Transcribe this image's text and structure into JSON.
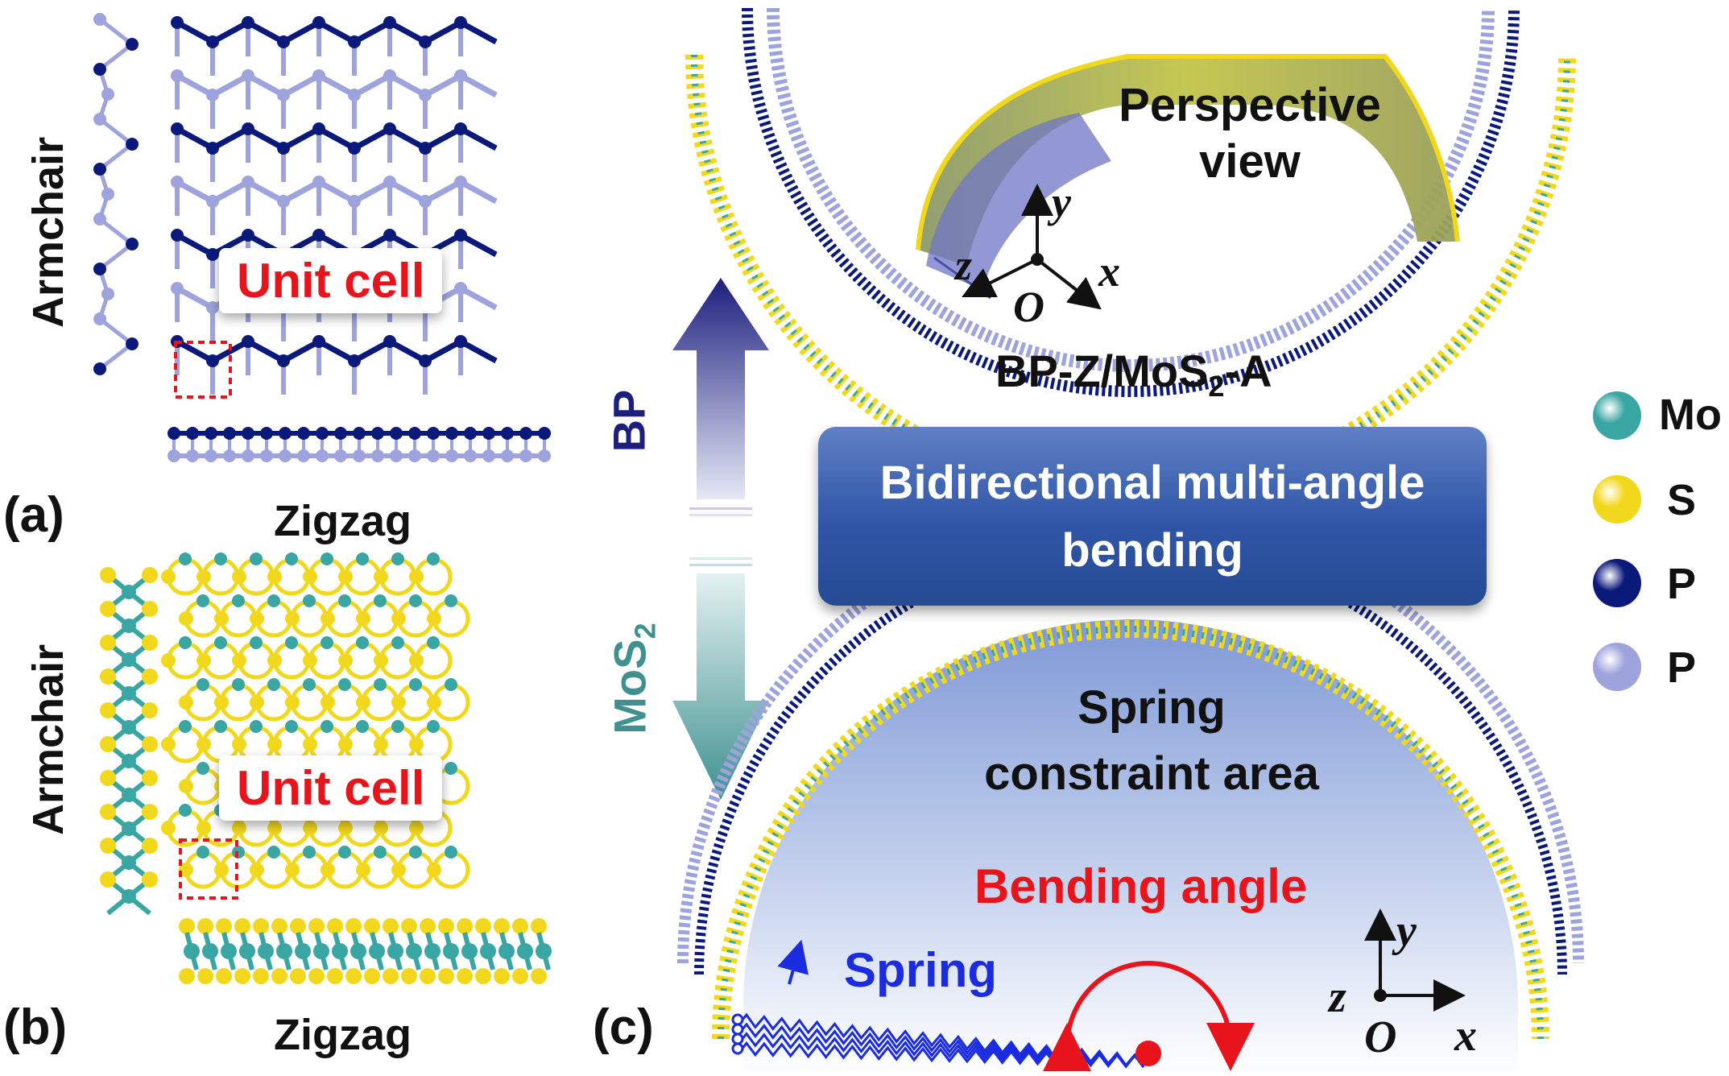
{
  "panel_a": {
    "panel_label": "(a)",
    "side_label": "Armchair",
    "bottom_label": "Zigzag",
    "unit_cell_label": "Unit cell",
    "atom_colors": {
      "P_dark": "#0b1a7a",
      "P_light": "#9ea3de"
    }
  },
  "panel_b": {
    "panel_label": "(b)",
    "side_label": "Armchair",
    "bottom_label": "Zigzag",
    "unit_cell_label": "Unit cell",
    "atom_colors": {
      "Mo": "#3aa6a4",
      "S": "#f2d81c"
    }
  },
  "panel_c": {
    "panel_label": "(c)",
    "up_arrow_label": "BP",
    "down_arrow_label_main": "MoS",
    "down_arrow_label_sub": "2",
    "up_arrow_color": "#1c1f7d",
    "down_arrow_color": "#3f9190",
    "perspective_label_line1": "Perspective",
    "perspective_label_line2": "view",
    "structure_label_pre": "BP-Z/MoS",
    "structure_label_sub": "2",
    "structure_label_post": "-A",
    "banner_line1": "Bidirectional multi-angle",
    "banner_line2": "bending",
    "spring_area_line1": "Spring",
    "spring_area_line2": "constraint area",
    "bending_angle_label": "Bending angle",
    "spring_label": "Spring",
    "axes_top": {
      "x": "x",
      "y": "y",
      "z": "z",
      "o": "O"
    },
    "axes_bottom": {
      "x": "x",
      "y": "y",
      "z": "z",
      "o": "O"
    },
    "accent_red": "#e8141b",
    "spring_blue": "#1a2be0"
  },
  "legend": [
    {
      "symbol": "Mo",
      "color": "#3aa6a4"
    },
    {
      "symbol": "S",
      "color": "#f2d81c"
    },
    {
      "symbol": "P",
      "color": "#0b1a7a"
    },
    {
      "symbol": "P",
      "color": "#9ea3de"
    }
  ]
}
